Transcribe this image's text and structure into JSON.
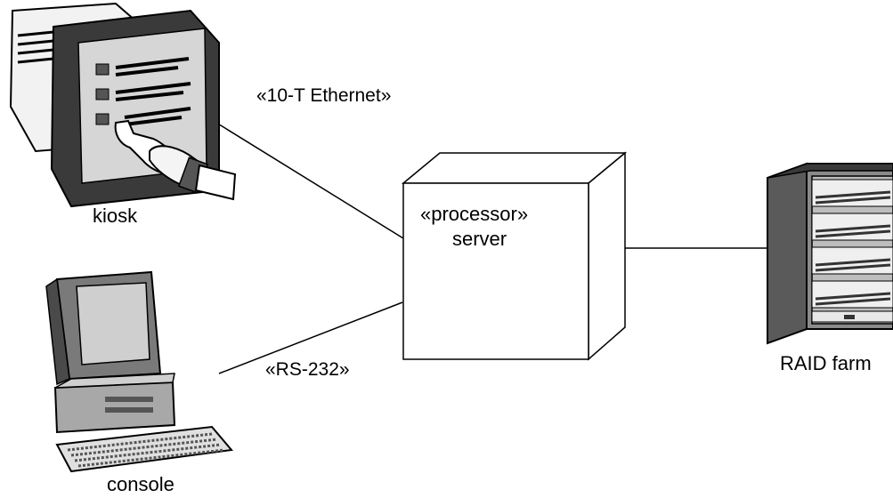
{
  "nodes": {
    "kiosk": {
      "label": "kiosk",
      "icon": "kiosk-touchscreen-icon"
    },
    "console": {
      "label": "console",
      "icon": "desktop-computer-icon"
    },
    "server": {
      "stereotype": "«processor»",
      "label": "server"
    },
    "raid": {
      "label": "RAID farm",
      "icon": "server-rack-icon"
    }
  },
  "connections": {
    "kiosk_server": {
      "label": "«10-T Ethernet»"
    },
    "console_server": {
      "label": "«RS-232»"
    }
  },
  "colors": {
    "line": "#000000",
    "shade_light": "#d9d9d9",
    "shade_mid": "#9a9a9a",
    "shade_dark": "#4a4a4a"
  }
}
